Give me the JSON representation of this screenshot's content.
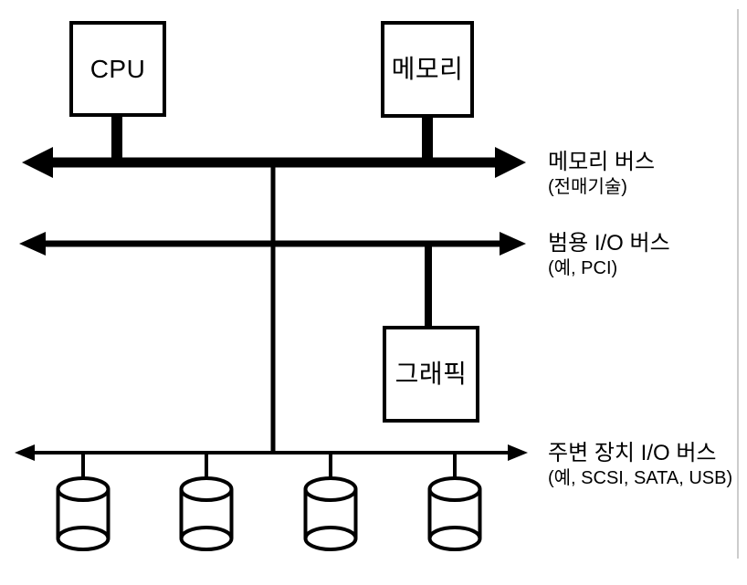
{
  "diagram": {
    "title_implicit": "",
    "nodes": {
      "cpu": {
        "label": "CPU"
      },
      "memory": {
        "label": "메모리"
      },
      "graphics": {
        "label": "그래픽"
      }
    },
    "buses": [
      {
        "name": "메모리 버스",
        "sub": "(전매기술)"
      },
      {
        "name": "범용 I/O 버스",
        "sub": "(예, PCI)"
      },
      {
        "name": "주변 장치 I/O 버스",
        "sub": "(예, SCSI, SATA, USB)"
      }
    ],
    "disks": {
      "count": 4
    },
    "colors": {
      "line": "#000000",
      "background": "#ffffff",
      "page_edge": "#cccccc"
    }
  }
}
